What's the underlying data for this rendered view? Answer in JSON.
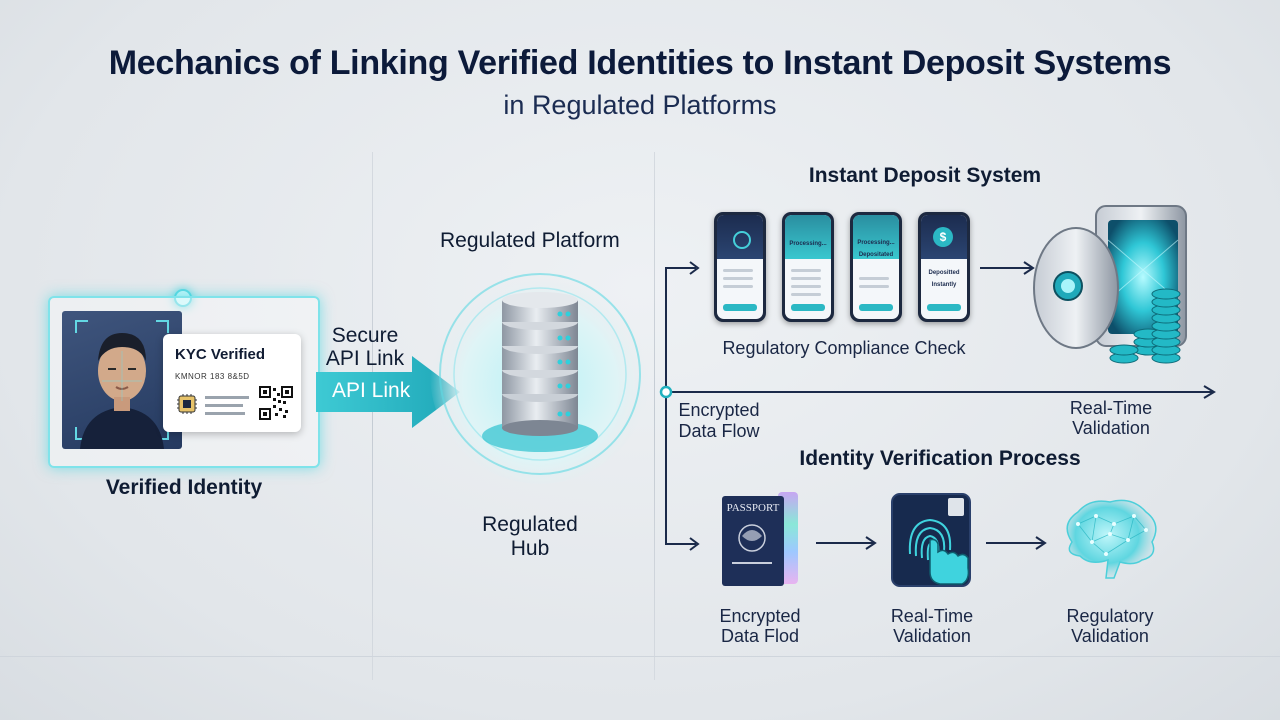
{
  "title": "Mechanics of Linking Verified Identities to Instant Deposit Systems",
  "subtitle": "in Regulated Platforms",
  "identity": {
    "card_title": "KYC Verified",
    "card_meta": "KMNOR 183 8&5D",
    "label": "Verified Identity"
  },
  "link": {
    "label_line1": "Secure",
    "label_line2": "API Link",
    "arrow_text": "API Link"
  },
  "platform": {
    "label": "Regulated Platform",
    "hub_line1": "Regulated",
    "hub_line2": "Hub"
  },
  "deposit": {
    "heading": "Instant Deposit System",
    "phones": [
      {
        "text": ""
      },
      {
        "text": "Processing..."
      },
      {
        "text": "Processing... Depositated"
      },
      {
        "text": "Depositted Instantly"
      }
    ],
    "caption": "Regulatory Compliance Check"
  },
  "flow": {
    "left_line1": "Encrypted",
    "left_line2": "Data Flow",
    "right_line1": "Real-Time",
    "right_line2": "Validation"
  },
  "verification": {
    "heading": "Identity Verification Process",
    "passport_text": "PASSPORT",
    "steps": [
      {
        "line1": "Encrypted",
        "line2": "Data Flod"
      },
      {
        "line1": "Real-Time",
        "line2": "Validation"
      },
      {
        "line1": "Regulatory",
        "line2": "Validation"
      }
    ]
  },
  "colors": {
    "accent": "#2bbcc8",
    "navy": "#0c1a3a",
    "glow": "#7fe3ea"
  }
}
